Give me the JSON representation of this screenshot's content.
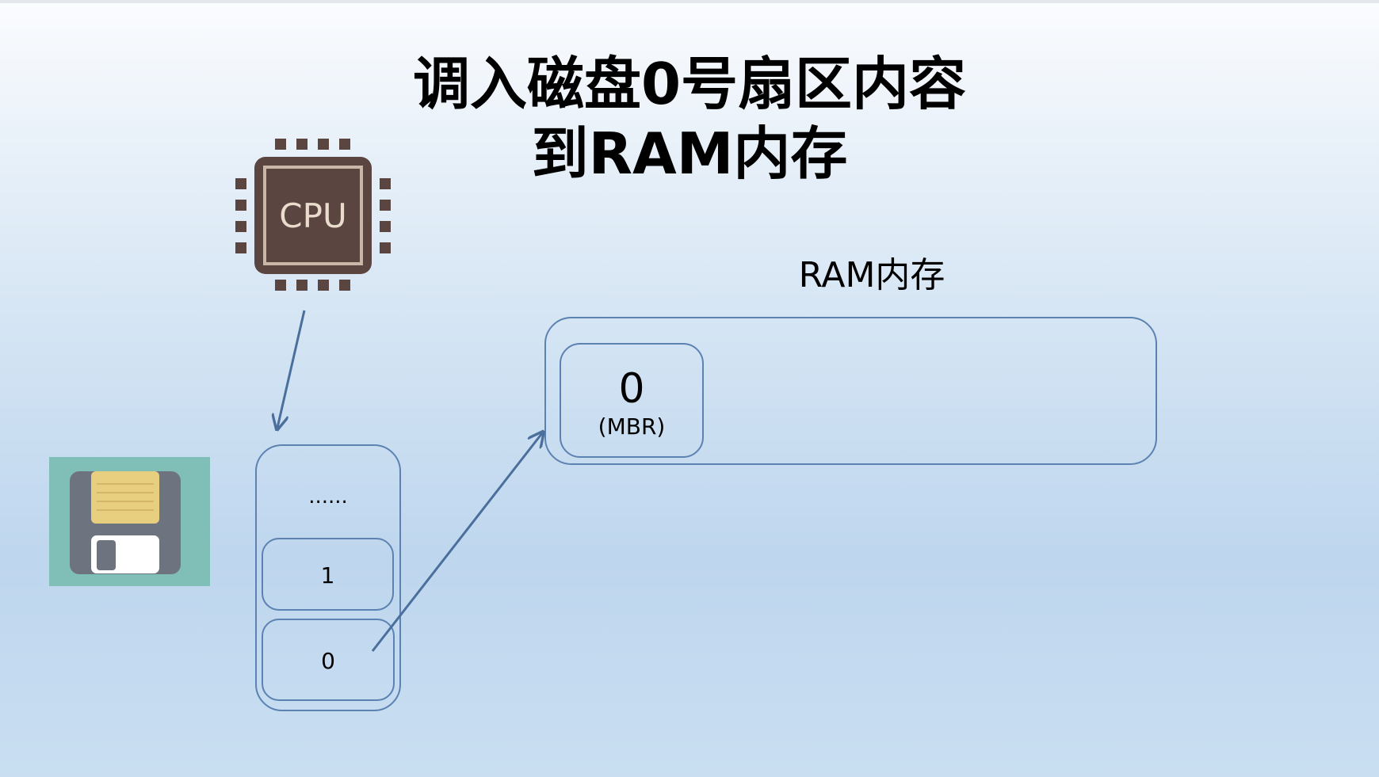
{
  "title": {
    "line1": "调入磁盘0号扇区内容",
    "line2": "到RAM内存"
  },
  "cpu": {
    "label": "CPU",
    "icon": "cpu-chip-icon",
    "colors": {
      "body": "#5a4540",
      "outline": "#c9b8a8",
      "pins": "#5a4540"
    }
  },
  "floppy": {
    "icon": "floppy-disk-icon",
    "colors": {
      "background": "#7fbfb8",
      "body": "#6e7380",
      "label": "#e8cf7f",
      "shutter": "#ffffff"
    }
  },
  "ram": {
    "label": "RAM内存",
    "cells": [
      {
        "number": "0",
        "sub": "(MBR)"
      }
    ]
  },
  "disk": {
    "cells": [
      {
        "label": "......"
      },
      {
        "label": "1"
      },
      {
        "label": "0"
      }
    ]
  },
  "colors": {
    "border": "#5c82b1",
    "arrow": "#4a6f9c"
  }
}
